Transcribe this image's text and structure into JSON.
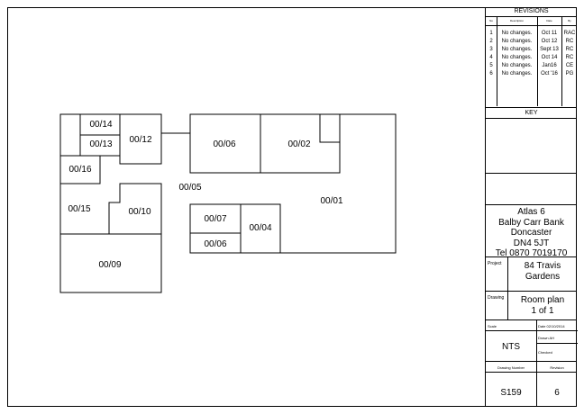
{
  "rooms": [
    "00/14",
    "00/13",
    "00/12",
    "00/16",
    "00/15",
    "00/10",
    "00/09",
    "00/05",
    "00/06",
    "00/02",
    "00/01",
    "00/07",
    "00/06",
    "00/04"
  ],
  "revisions": {
    "title": "REVISIONS",
    "headers": [
      "No",
      "Description",
      "Date",
      "By"
    ],
    "rows": [
      {
        "no": "1",
        "desc": "No changes.",
        "date": "Oct 11",
        "by": "RAC"
      },
      {
        "no": "2",
        "desc": "No changes.",
        "date": "Oct 12",
        "by": "RC"
      },
      {
        "no": "3",
        "desc": "No changes.",
        "date": "Sept 13",
        "by": "RC"
      },
      {
        "no": "4",
        "desc": "No changes.",
        "date": "Oct 14",
        "by": "RC"
      },
      {
        "no": "5",
        "desc": "No changes.",
        "date": "Jan16",
        "by": "CE"
      },
      {
        "no": "6",
        "desc": "No changes.",
        "date": "Oct '16",
        "by": "PG"
      }
    ]
  },
  "key": {
    "title": "KEY"
  },
  "company": {
    "lines": [
      "Atlas 6",
      "Balby Carr Bank",
      "Doncaster",
      "DN4 5JT",
      "Tel 0870 7019170"
    ]
  },
  "project": {
    "label": "Project",
    "lines": [
      "84 Travis",
      "Gardens"
    ]
  },
  "drawing": {
    "label": "Drawing",
    "lines": [
      "Room plan",
      "1 of 1"
    ]
  },
  "scale": {
    "label": "Scale",
    "value": "NTS",
    "date_label": "Date 02/10/2014",
    "drawn_label": "Drawn AH",
    "checked_label": "Checked"
  },
  "drawing_number": {
    "label": "Drawing Number",
    "value": "S159"
  },
  "revision": {
    "label": "Revision",
    "value": "6"
  }
}
